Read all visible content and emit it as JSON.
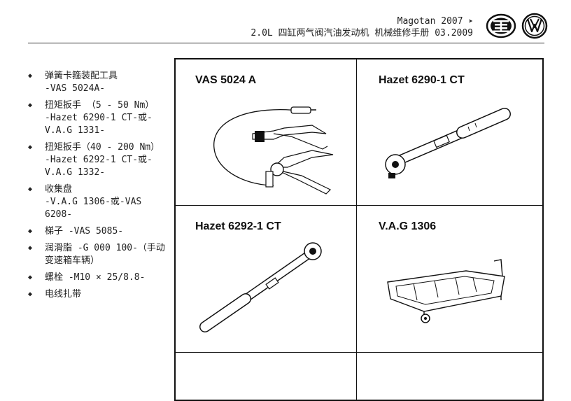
{
  "header": {
    "title": "Magotan 2007",
    "arrow": "➤",
    "subtitle": "2.0L 四缸两气阀汽油发动机 机械维修手册 03.2009"
  },
  "list": [
    {
      "main": "弹簧卡箍装配工具",
      "sub": "-VAS 5024A-"
    },
    {
      "main": "扭矩扳手 （5 - 50 Nm）",
      "sub": "-Hazet 6290-1 CT-或-V.A.G 1331-"
    },
    {
      "main": "扭矩扳手（40 - 200 Nm）",
      "sub": "-Hazet 6292-1 CT-或-V.A.G 1332-"
    },
    {
      "main": "收集盘",
      "sub": "-V.A.G 1306-或-VAS 6208-"
    },
    {
      "main": "梯子 -VAS 5085-",
      "sub": ""
    },
    {
      "main": "润滑脂 -G 000 100-（手动变速箱车辆）",
      "sub": ""
    },
    {
      "main": "螺栓 -M10 × 25/8.8-",
      "sub": ""
    },
    {
      "main": "电线扎带",
      "sub": ""
    }
  ],
  "tools": [
    {
      "label": "VAS 5024 A"
    },
    {
      "label": "Hazet 6290-1 CT"
    },
    {
      "label": "Hazet 6292-1 CT"
    },
    {
      "label": "V.A.G 1306"
    }
  ],
  "icons": {
    "bullet": "◆",
    "brand_logos": [
      "faw-logo-icon",
      "vw-logo-icon"
    ]
  }
}
